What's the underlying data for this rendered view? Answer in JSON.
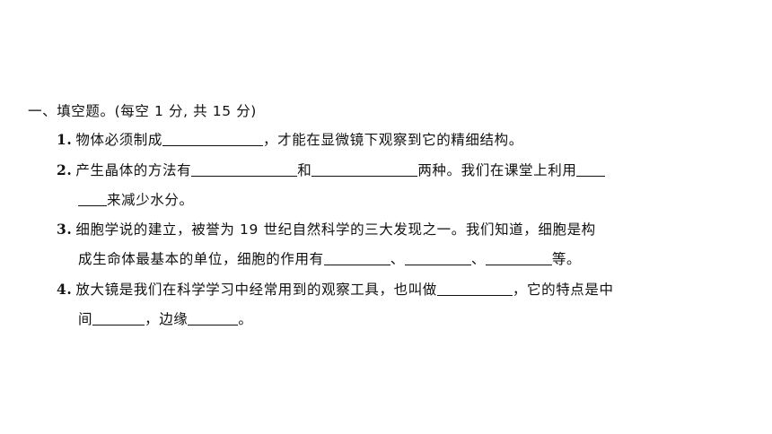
{
  "section": {
    "heading": "一、填空题。(每空 1 分, 共 15 分)"
  },
  "questions": [
    {
      "number": "1.",
      "line1": [
        "物体必须制成",
        "，才能在显微镜下观察到它的精细结构。"
      ]
    },
    {
      "number": "2.",
      "line1": [
        "产生晶体的方法有",
        "和",
        "两种。我们在课堂上利用"
      ],
      "line2": [
        "来减少水分。"
      ]
    },
    {
      "number": "3.",
      "line1": [
        "细胞学说的建立，被誉为 19 世纪自然科学的三大发现之一。我们知道，细胞是构"
      ],
      "line2": [
        "成生命体最基本的单位，细胞的作用有",
        "、",
        "、",
        "等。"
      ]
    },
    {
      "number": "4.",
      "line1": [
        "放大镜是我们在科学学习中经常用到的观察工具，也叫做",
        "，它的特点是中"
      ],
      "line2": [
        "间",
        "，边缘",
        "。"
      ]
    }
  ]
}
